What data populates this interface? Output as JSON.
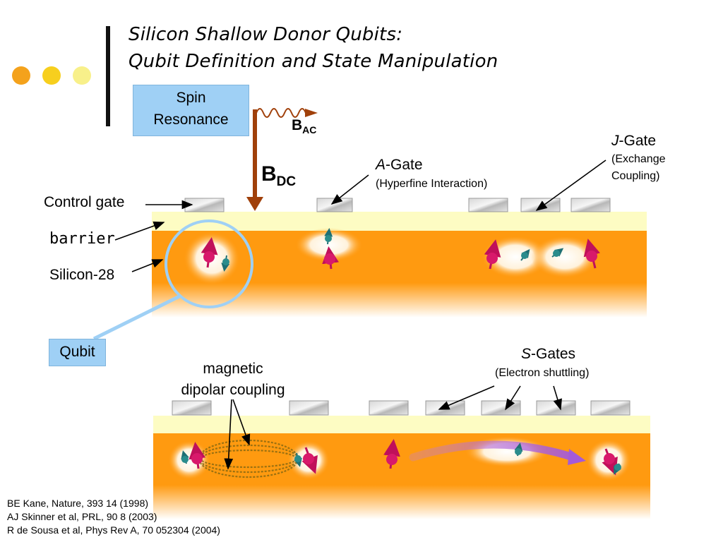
{
  "title": {
    "line1": "Silicon Shallow Donor Qubits:",
    "line2": "Qubit Definition and State Manipulation"
  },
  "colors": {
    "dot1": "#f4a21c",
    "dot2": "#f7cf1e",
    "dot3": "#f8f08a",
    "silicon": "#ff9a10",
    "barrier": "#fdfcc3",
    "label_box": "#9fd0f5",
    "field_arrow": "#a0400a",
    "nucleus": "#d8196b",
    "electron": "#2a8c8c"
  },
  "spin_resonance": {
    "line1": "Spin",
    "line2": "Resonance"
  },
  "fields": {
    "bac_main": "B",
    "bac_sub": "AC",
    "bdc_main": "B",
    "bdc_sub": "DC"
  },
  "gates": {
    "a_gate": {
      "italic": "A",
      "rest": "-Gate",
      "sub": "(Hyperfine Interaction)"
    },
    "j_gate": {
      "italic": "J",
      "rest": "-Gate",
      "sub1": "(Exchange",
      "sub2": "Coupling)"
    },
    "s_gates": {
      "italic": "S",
      "rest": "-Gates",
      "sub": "(Electron shuttling)"
    }
  },
  "layers": {
    "control_gate": "Control gate",
    "barrier": "barrier",
    "silicon": "Silicon-28"
  },
  "qubit": "Qubit",
  "coupling": {
    "line1": "magnetic",
    "line2": "dipolar coupling"
  },
  "references": [
    "BE Kane, Nature, 393 14 (1998)",
    "AJ Skinner et al, PRL, 90 8 (2003)",
    "R de Sousa et al, Phys Rev A, 70 052304 (2004)"
  ]
}
